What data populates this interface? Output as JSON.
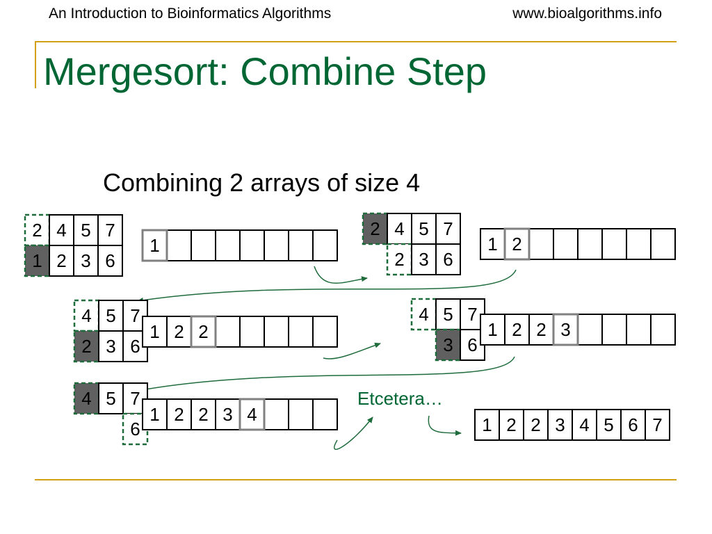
{
  "header": {
    "left_text": "An Introduction to Bioinformatics Algorithms",
    "right_text": "www.bioalgorithms.info"
  },
  "slide": {
    "title": "Mergesort: Combine Step",
    "subtitle": "Combining 2 arrays of size 4",
    "etcetera_label": "Etcetera…"
  },
  "colors": {
    "title": "#006633",
    "accent_rule": "#d4a017",
    "highlight_fill": "#606060",
    "dash_border": "#1e6b3c",
    "arrow": "#1e6b3c",
    "cell_border": "#000000",
    "last_cell_border": "#808080"
  },
  "steps": [
    {
      "top_array": [
        "2",
        "4",
        "5",
        "7"
      ],
      "bottom_array": [
        "1",
        "2",
        "3",
        "6"
      ],
      "highlighted": "bottom-first",
      "result": [
        "1",
        "",
        "",
        "",
        "",
        "",
        "",
        ""
      ]
    },
    {
      "top_array": [
        "2",
        "4",
        "5",
        "7"
      ],
      "bottom_array": [
        "2",
        "3",
        "6"
      ],
      "highlighted": "top-first",
      "result": [
        "1",
        "2",
        "",
        "",
        "",
        "",
        "",
        ""
      ]
    },
    {
      "top_array": [
        "4",
        "5",
        "7"
      ],
      "bottom_array": [
        "2",
        "3",
        "6"
      ],
      "highlighted": "bottom-first",
      "result": [
        "1",
        "2",
        "2",
        "",
        "",
        "",
        "",
        ""
      ]
    },
    {
      "top_array": [
        "4",
        "5",
        "7"
      ],
      "bottom_array": [
        "3",
        "6"
      ],
      "highlighted": "bottom-first",
      "result": [
        "1",
        "2",
        "2",
        "3",
        "",
        "",
        "",
        ""
      ]
    },
    {
      "top_array": [
        "4",
        "5",
        "7"
      ],
      "bottom_array": [
        "6"
      ],
      "highlighted": "top-first",
      "result": [
        "1",
        "2",
        "2",
        "3",
        "4",
        "",
        "",
        ""
      ]
    }
  ],
  "final_array": [
    "1",
    "2",
    "2",
    "3",
    "4",
    "5",
    "6",
    "7"
  ]
}
